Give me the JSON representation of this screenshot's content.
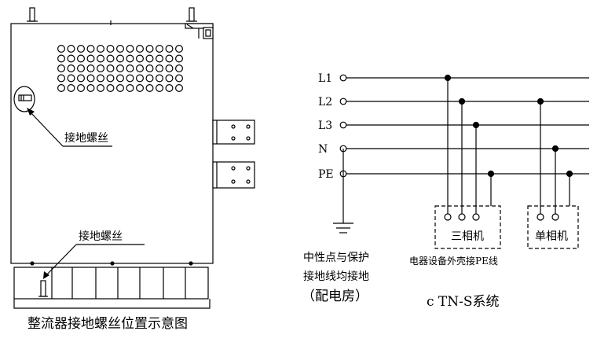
{
  "left_figure": {
    "label_upper_screw": "接地螺丝",
    "label_lower_screw": "接地螺丝",
    "caption": "整流器接地螺丝位置示意图"
  },
  "right_figure": {
    "lines": [
      "L1",
      "L2",
      "L3",
      "N",
      "PE"
    ],
    "neutral_note_line1": "中性点与保护",
    "neutral_note_line2": "接地线均接地",
    "neutral_note_line3": "（配电房）",
    "three_phase_label": "三相机",
    "single_phase_label": "单相机",
    "equipment_note": "电器设备外壳接PE线",
    "caption": "c TN-S系统"
  }
}
